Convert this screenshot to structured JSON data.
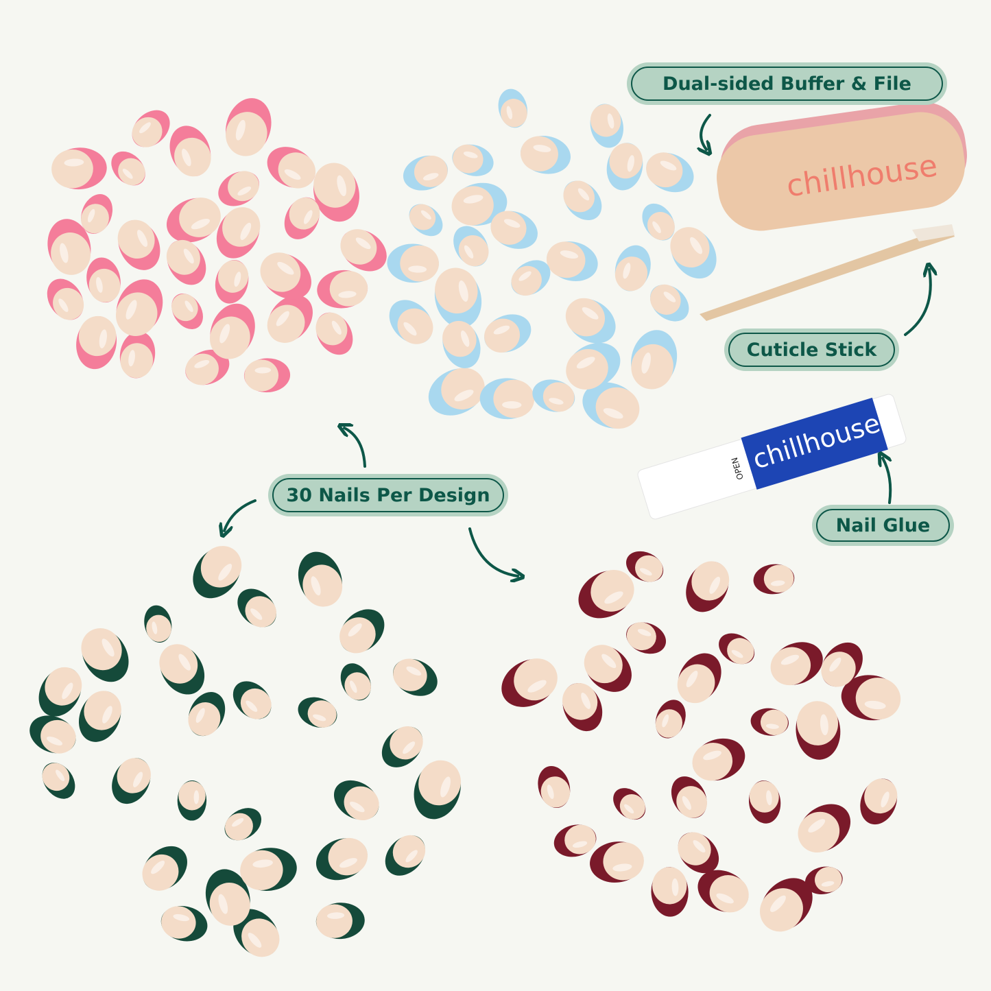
{
  "labels": {
    "buffer": "Dual-sided Buffer & File",
    "cuticle": "Cuticle Stick",
    "glue": "Nail Glue",
    "nails_per_design": "30 Nails Per Design"
  },
  "products": {
    "buffer_brand": "chillhouse",
    "glue_brand": "chillhouse",
    "glue_open_label": "OPEN"
  },
  "designs": [
    {
      "name": "pink-french",
      "tip_color": "#f47d9a",
      "count": 30
    },
    {
      "name": "blue-french",
      "tip_color": "#a9d8ef",
      "count": 30
    },
    {
      "name": "green-chrome-french",
      "tip_color": "#154a3a",
      "count": 30
    },
    {
      "name": "burgundy-chrome-french",
      "tip_color": "#7a1a2a",
      "count": 30
    }
  ],
  "colors": {
    "background": "#f6f7f2",
    "label_fill": "#b5d3c3",
    "label_text": "#0d5748",
    "nail_base": "#f4dcc8",
    "glue_blue": "#1d45b4",
    "buffer": "#ecc8a8",
    "buffer_logo": "#ef7d6d"
  }
}
